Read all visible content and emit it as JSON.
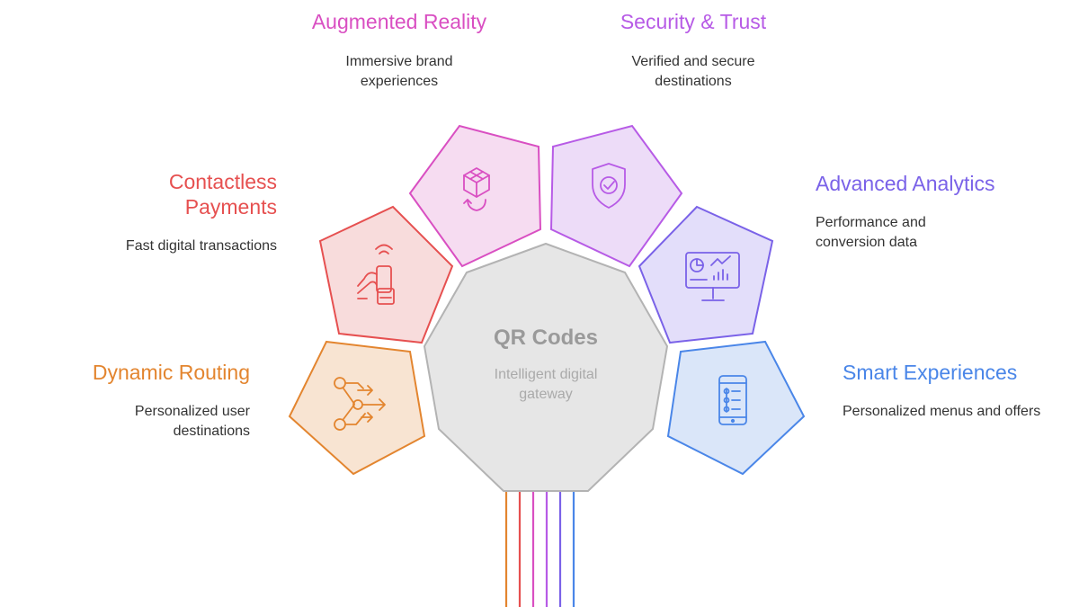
{
  "center": {
    "title": "QR Codes",
    "subtitle": "Intelligent digital gateway",
    "fill": "#e6e6e6",
    "stroke": "#b3b3b3"
  },
  "nodes": [
    {
      "id": "dynamic-routing",
      "title": "Dynamic Routing",
      "desc": "Personalized user destinations",
      "color": "#e3852f",
      "fill": "#f8e4d2",
      "icon": "branching-arrows-icon"
    },
    {
      "id": "contactless-payments",
      "title": "Contactless Payments",
      "desc": "Fast digital transactions",
      "color": "#e65050",
      "fill": "#f8dcdc",
      "icon": "tap-to-pay-icon"
    },
    {
      "id": "augmented-reality",
      "title": "Augmented Reality",
      "desc": "Immersive brand experiences",
      "color": "#d94fc2",
      "fill": "#f6dcf1",
      "icon": "ar-cube-icon"
    },
    {
      "id": "security-trust",
      "title": "Security & Trust",
      "desc": "Verified and secure destinations",
      "color": "#b75be6",
      "fill": "#eddcf8",
      "icon": "shield-check-icon"
    },
    {
      "id": "advanced-analytics",
      "title": "Advanced Analytics",
      "desc": "Performance and conversion data",
      "color": "#7a62e8",
      "fill": "#e3defa",
      "icon": "analytics-monitor-icon"
    },
    {
      "id": "smart-experiences",
      "title": "Smart Experiences",
      "desc": "Personalized menus and offers",
      "color": "#4a86e8",
      "fill": "#dae6f9",
      "icon": "smart-menu-phone-icon"
    }
  ],
  "stem_colors": [
    "#e3852f",
    "#e65050",
    "#d94fc2",
    "#b75be6",
    "#7a62e8",
    "#4a86e8"
  ]
}
